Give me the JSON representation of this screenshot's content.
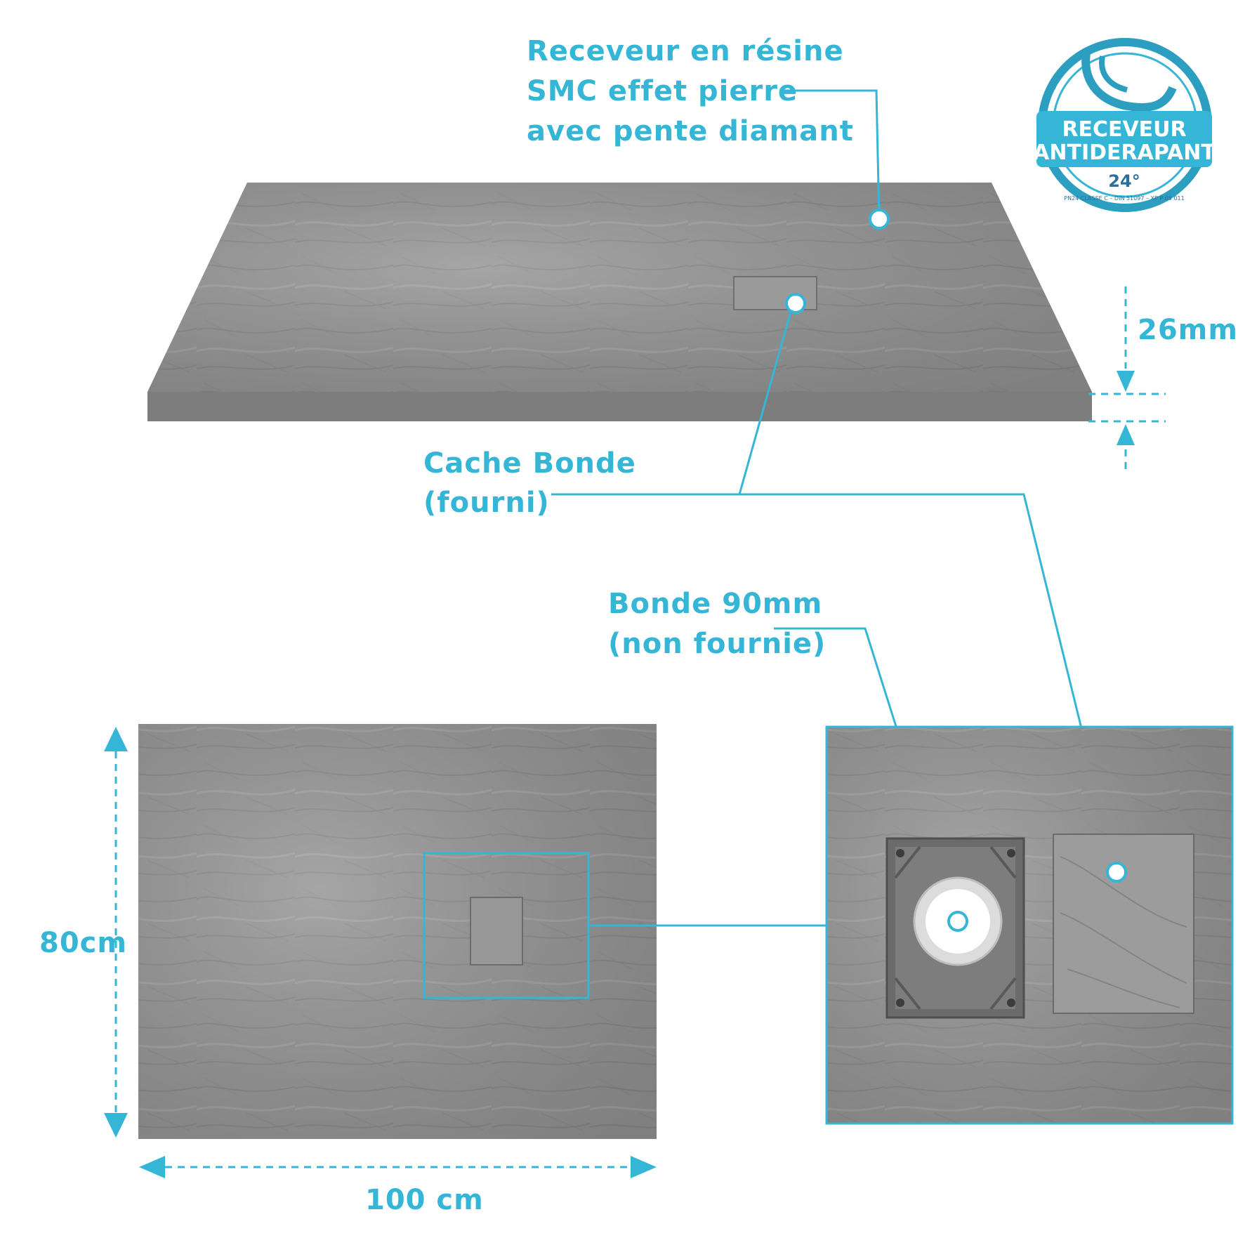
{
  "labels": {
    "tray_material": [
      "Receveur en résine",
      "SMC effet pierre",
      "avec pente diamant"
    ],
    "cache_bonde": [
      "Cache Bonde",
      "(fourni)"
    ],
    "bonde": [
      "Bonde 90mm",
      "(non fournie)"
    ],
    "thickness": "26mm",
    "width": "80cm",
    "length": "100 cm"
  },
  "badge": {
    "line1": "RECEVEUR",
    "line2": "ANTIDERAPANT",
    "angle": "24°",
    "norm": "PN24 CLASSE C – DIN 51097 – XP P 05 011"
  },
  "colors": {
    "accent": "#35b6d6",
    "stone": "#8f8f8f",
    "stone_light": "#a9a9a9",
    "stone_dark": "#737373"
  }
}
